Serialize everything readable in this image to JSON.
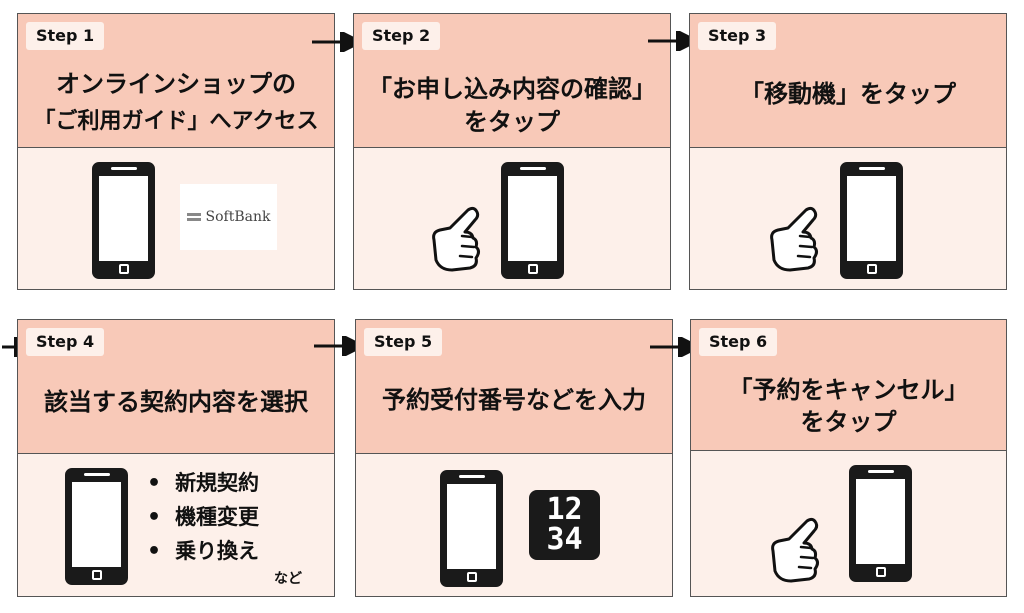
{
  "steps": [
    {
      "badge": "Step 1",
      "lines": [
        "オンラインショップの",
        "「ご利用ガイド」へアクセス"
      ]
    },
    {
      "badge": "Step 2",
      "lines": [
        "「お申し込み内容の確認」",
        "をタップ"
      ]
    },
    {
      "badge": "Step 3",
      "lines": [
        "「移動機」をタップ"
      ]
    },
    {
      "badge": "Step 4",
      "lines": [
        "該当する契約内容を選択"
      ]
    },
    {
      "badge": "Step 5",
      "lines": [
        "予約受付番号などを入力"
      ]
    },
    {
      "badge": "Step 6",
      "lines": [
        "「予約をキャンセル」",
        "をタップ"
      ]
    }
  ],
  "logo": {
    "text": "SoftBank"
  },
  "contract_options": [
    "新規契約",
    "機種変更",
    "乗り換え"
  ],
  "contract_suffix": "など",
  "code_digits": [
    "12",
    "34"
  ]
}
